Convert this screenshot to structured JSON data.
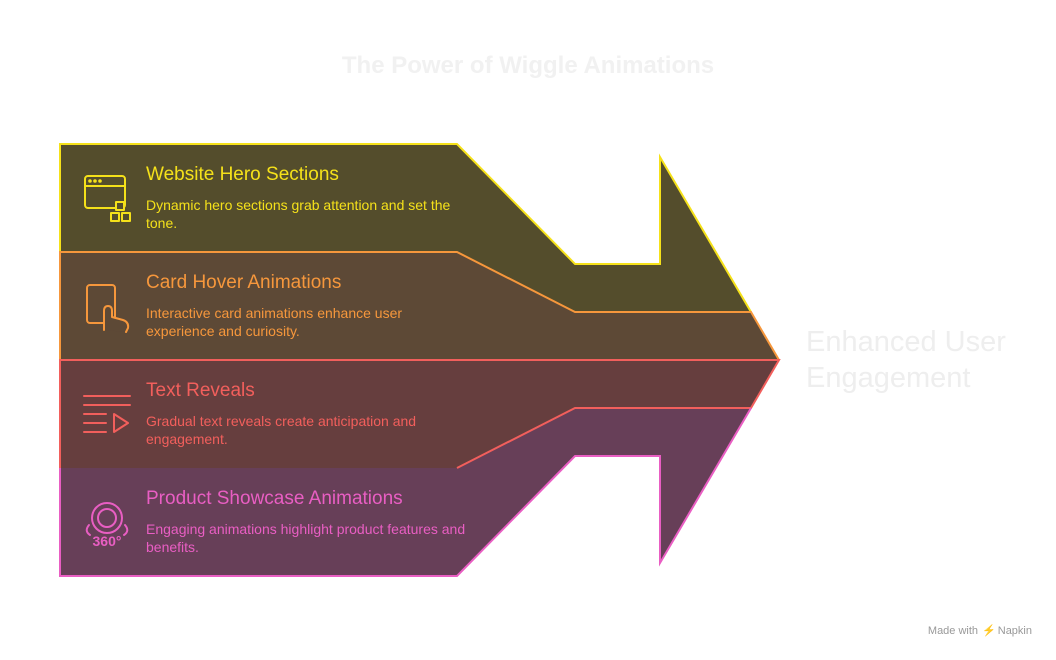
{
  "title": "The Power of Wiggle Animations",
  "outcome": {
    "line1": "Enhanced User",
    "line2": "Engagement"
  },
  "items": [
    {
      "icon": "website-layout-icon",
      "title": "Website Hero Sections",
      "description": "Dynamic hero sections grab attention and set the tone.",
      "color": "#f5e11a",
      "fill": "#544d2c"
    },
    {
      "icon": "card-tap-icon",
      "title": "Card Hover Animations",
      "description": "Interactive card animations enhance user experience and curiosity.",
      "color": "#f6973c",
      "fill": "#5d4936"
    },
    {
      "icon": "text-play-icon",
      "title": "Text Reveals",
      "description": "Gradual text reveals create anticipation and engagement.",
      "color": "#f25f5c",
      "fill": "#663e3e"
    },
    {
      "icon": "product-360-icon",
      "title": "Product Showcase Animations",
      "description": "Engaging animations highlight product features and benefits.",
      "color": "#e95ec3",
      "fill": "#673f58"
    }
  ],
  "footer": {
    "prefix": "Made with",
    "brand": "Napkin"
  }
}
